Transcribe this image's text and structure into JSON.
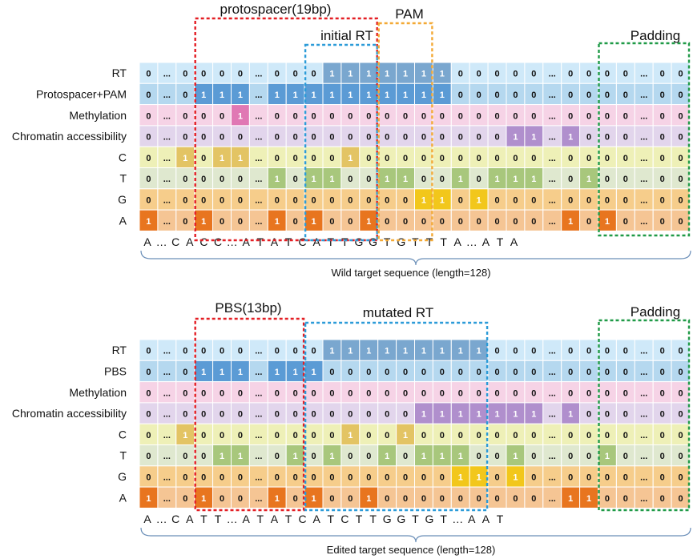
{
  "colors": {
    "RT": [
      "#cfe9f9",
      "#7aa7cf"
    ],
    "Protospacer+PAM": [
      "#b5d8ef",
      "#5b9bd5"
    ],
    "PBS": [
      "#b5d8ef",
      "#5b9bd5"
    ],
    "Methylation": [
      "#f6d3e6",
      "#e078b4"
    ],
    "Chromatin accessibility": [
      "#e2d5ec",
      "#b08fcd"
    ],
    "C": [
      "#eef0b7",
      "#e3c464"
    ],
    "T": [
      "#dfe8cf",
      "#a8c77c"
    ],
    "G": [
      "#f6cd8b",
      "#f2c71b"
    ],
    "A": [
      "#f5c594",
      "#e8751f"
    ],
    "red_box": "#e31e24",
    "orange_box": "#f3a935",
    "blue_box": "#2b9bd8",
    "green_box": "#1f9a47"
  },
  "panels": [
    {
      "rows": [
        {
          "label": "RT",
          "values": [
            "0",
            "...",
            "0",
            "0",
            "0",
            "0",
            "...",
            "0",
            "0",
            "0",
            "1",
            "1",
            "1",
            "1",
            "1",
            "1",
            "1",
            "0",
            "0",
            "0",
            "0",
            "0",
            "...",
            "0",
            "0",
            "0",
            "0",
            "...",
            "0",
            "0"
          ]
        },
        {
          "label": "Protospacer+PAM",
          "values": [
            "0",
            "...",
            "0",
            "1",
            "1",
            "1",
            "...",
            "1",
            "1",
            "1",
            "1",
            "1",
            "1",
            "1",
            "1",
            "1",
            "1",
            "0",
            "0",
            "0",
            "0",
            "0",
            "...",
            "0",
            "0",
            "0",
            "0",
            "...",
            "0",
            "0"
          ]
        },
        {
          "label": "Methylation",
          "values": [
            "0",
            "...",
            "0",
            "0",
            "0",
            "1",
            "...",
            "0",
            "0",
            "0",
            "0",
            "0",
            "0",
            "0",
            "0",
            "0",
            "0",
            "0",
            "0",
            "0",
            "0",
            "0",
            "...",
            "0",
            "0",
            "0",
            "0",
            "...",
            "0",
            "0"
          ]
        },
        {
          "label": "Chromatin accessibility",
          "values": [
            "0",
            "...",
            "0",
            "0",
            "0",
            "0",
            "...",
            "0",
            "0",
            "0",
            "0",
            "0",
            "0",
            "0",
            "0",
            "0",
            "0",
            "0",
            "0",
            "0",
            "1",
            "1",
            "...",
            "1",
            "0",
            "0",
            "0",
            "...",
            "0",
            "0"
          ]
        },
        {
          "label": "C",
          "values": [
            "0",
            "...",
            "1",
            "0",
            "1",
            "1",
            "...",
            "0",
            "0",
            "0",
            "0",
            "1",
            "0",
            "0",
            "0",
            "0",
            "0",
            "0",
            "0",
            "0",
            "0",
            "0",
            "...",
            "0",
            "0",
            "0",
            "0",
            "...",
            "0",
            "0"
          ]
        },
        {
          "label": "T",
          "values": [
            "0",
            "...",
            "0",
            "0",
            "0",
            "0",
            "...",
            "1",
            "0",
            "1",
            "1",
            "0",
            "0",
            "1",
            "1",
            "0",
            "0",
            "1",
            "0",
            "1",
            "1",
            "1",
            "...",
            "0",
            "1",
            "0",
            "0",
            "...",
            "0",
            "0"
          ]
        },
        {
          "label": "G",
          "values": [
            "0",
            "...",
            "0",
            "0",
            "0",
            "0",
            "...",
            "0",
            "0",
            "0",
            "0",
            "0",
            "0",
            "0",
            "0",
            "1",
            "1",
            "0",
            "1",
            "0",
            "0",
            "0",
            "...",
            "0",
            "0",
            "0",
            "0",
            "...",
            "0",
            "0"
          ]
        },
        {
          "label": "A",
          "values": [
            "1",
            "...",
            "0",
            "1",
            "0",
            "0",
            "...",
            "1",
            "0",
            "1",
            "0",
            "0",
            "1",
            "0",
            "0",
            "0",
            "0",
            "0",
            "0",
            "0",
            "0",
            "0",
            "...",
            "1",
            "0",
            "1",
            "0",
            "...",
            "0",
            "0"
          ]
        }
      ],
      "sequence": [
        "A",
        "…",
        "C",
        "A",
        "C",
        "C",
        "…",
        "A",
        "T",
        "A",
        "T",
        "C",
        "A",
        "T",
        "T",
        "G",
        "G",
        "T",
        "G",
        "T",
        "T",
        "T",
        "A",
        "…",
        "A",
        "T",
        "A"
      ],
      "caption": "Wild target sequence (length=128)",
      "boxes": [
        {
          "label": "protospacer(19bp)",
          "color": "red_box"
        },
        {
          "label": "initial RT",
          "color": "blue_box"
        },
        {
          "label": "PAM",
          "color": "orange_box"
        },
        {
          "label": "Padding",
          "color": "green_box"
        }
      ]
    },
    {
      "rows": [
        {
          "label": "RT",
          "values": [
            "0",
            "...",
            "0",
            "0",
            "0",
            "0",
            "...",
            "0",
            "0",
            "0",
            "1",
            "1",
            "1",
            "1",
            "1",
            "1",
            "1",
            "1",
            "1",
            "0",
            "0",
            "0",
            "...",
            "0",
            "0",
            "0",
            "0",
            "...",
            "0",
            "0"
          ]
        },
        {
          "label": "PBS",
          "values": [
            "0",
            "...",
            "0",
            "1",
            "1",
            "1",
            "...",
            "1",
            "1",
            "1",
            "0",
            "0",
            "0",
            "0",
            "0",
            "0",
            "0",
            "0",
            "0",
            "0",
            "0",
            "0",
            "...",
            "0",
            "0",
            "0",
            "0",
            "...",
            "0",
            "0"
          ]
        },
        {
          "label": "Methylation",
          "values": [
            "0",
            "...",
            "0",
            "0",
            "0",
            "0",
            "...",
            "0",
            "0",
            "0",
            "0",
            "0",
            "0",
            "0",
            "0",
            "0",
            "0",
            "0",
            "0",
            "0",
            "0",
            "0",
            "...",
            "0",
            "0",
            "0",
            "0",
            "...",
            "0",
            "0"
          ]
        },
        {
          "label": "Chromatin accessibility",
          "values": [
            "0",
            "...",
            "0",
            "0",
            "0",
            "0",
            "...",
            "0",
            "0",
            "0",
            "0",
            "0",
            "0",
            "0",
            "0",
            "1",
            "1",
            "1",
            "1",
            "1",
            "1",
            "1",
            "...",
            "1",
            "0",
            "0",
            "0",
            "...",
            "0",
            "0"
          ]
        },
        {
          "label": "C",
          "values": [
            "0",
            "...",
            "1",
            "0",
            "0",
            "0",
            "...",
            "0",
            "0",
            "0",
            "0",
            "1",
            "0",
            "0",
            "1",
            "0",
            "0",
            "0",
            "0",
            "0",
            "0",
            "0",
            "...",
            "0",
            "0",
            "0",
            "0",
            "...",
            "0",
            "0"
          ]
        },
        {
          "label": "T",
          "values": [
            "0",
            "...",
            "0",
            "0",
            "1",
            "1",
            "...",
            "0",
            "1",
            "0",
            "1",
            "0",
            "0",
            "1",
            "0",
            "1",
            "1",
            "1",
            "0",
            "0",
            "1",
            "0",
            "...",
            "0",
            "0",
            "1",
            "0",
            "...",
            "0",
            "0"
          ]
        },
        {
          "label": "G",
          "values": [
            "0",
            "...",
            "0",
            "0",
            "0",
            "0",
            "...",
            "0",
            "0",
            "0",
            "0",
            "0",
            "0",
            "0",
            "0",
            "0",
            "0",
            "1",
            "1",
            "0",
            "1",
            "0",
            "...",
            "0",
            "0",
            "0",
            "0",
            "...",
            "0",
            "0"
          ]
        },
        {
          "label": "A",
          "values": [
            "1",
            "...",
            "0",
            "1",
            "0",
            "0",
            "...",
            "1",
            "0",
            "1",
            "0",
            "0",
            "1",
            "0",
            "0",
            "0",
            "0",
            "0",
            "0",
            "0",
            "0",
            "0",
            "...",
            "1",
            "1",
            "0",
            "0",
            "...",
            "0",
            "0"
          ]
        }
      ],
      "sequence": [
        "A",
        "…",
        "C",
        "A",
        "T",
        "T",
        "…",
        "A",
        "T",
        "A",
        "T",
        "C",
        "A",
        "T",
        "C",
        "T",
        "T",
        "G",
        "G",
        "T",
        "G",
        "T",
        "…",
        "A",
        "A",
        "T"
      ],
      "caption": "Edited target sequence (length=128)",
      "boxes": [
        {
          "label": "PBS(13bp)",
          "color": "red_box"
        },
        {
          "label": "mutated RT",
          "color": "blue_box"
        },
        {
          "label": "Padding",
          "color": "green_box"
        }
      ]
    }
  ]
}
